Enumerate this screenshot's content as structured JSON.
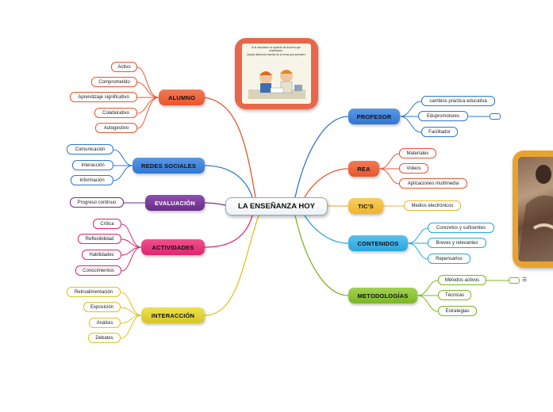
{
  "center": "LA ENSEÑANZA HOY",
  "image_caption": [
    "Si el estudiante no aprende de la forma que enseñamos,",
    "Quizás debemos enseñar de la forma que aprenden"
  ],
  "branches": {
    "alumno": {
      "label": "ALUMNO",
      "color": "#e8562f",
      "children": [
        "Activo",
        "Comprometido",
        "Aprendizaje significativo",
        "Colaborativo",
        "Autogestivo"
      ]
    },
    "redes": {
      "label": "REDES SOCIALES",
      "color": "#2f76d2",
      "children": [
        "Comunicación",
        "Interacción",
        "Información"
      ]
    },
    "evaluacion": {
      "label": "EVALUACIÓN",
      "color": "#6a2c86",
      "children": [
        "Progreso continuo"
      ]
    },
    "actividades": {
      "label": "ACTIVIDADES",
      "color": "#e0246f",
      "children": [
        "Crítica",
        "Reflexibilidad",
        "Habilidades",
        "Conocimientos"
      ]
    },
    "interaccion": {
      "label": "INTERACCIÓN",
      "color": "#d8c622",
      "children": [
        "Retroalimentación",
        "Exposición",
        "Análisis",
        "Debates"
      ]
    },
    "profesor": {
      "label": "PROFESOR",
      "color": "#2f76d2",
      "children": [
        "cambios práctica educativa",
        "Edupromotores",
        "Facilitador"
      ]
    },
    "rea": {
      "label": "REA",
      "color": "#e8562f",
      "children": [
        "Materiales",
        "Videos",
        "Aplicaciones multimedia"
      ]
    },
    "tics": {
      "label": "TIC'S",
      "color": "#f1b42a",
      "children": [
        "Medios electrónicos"
      ]
    },
    "contenidos": {
      "label": "CONTENIDOS",
      "color": "#29a6e0",
      "children": [
        "Concretos y suficientes",
        "Breves y relevantes",
        "Repensarlos"
      ]
    },
    "metodologias": {
      "label": "METODOLOGÍAS",
      "color": "#7bb626",
      "children": [
        "Métodos activos",
        "Técnicas",
        "Estrategias"
      ]
    }
  }
}
